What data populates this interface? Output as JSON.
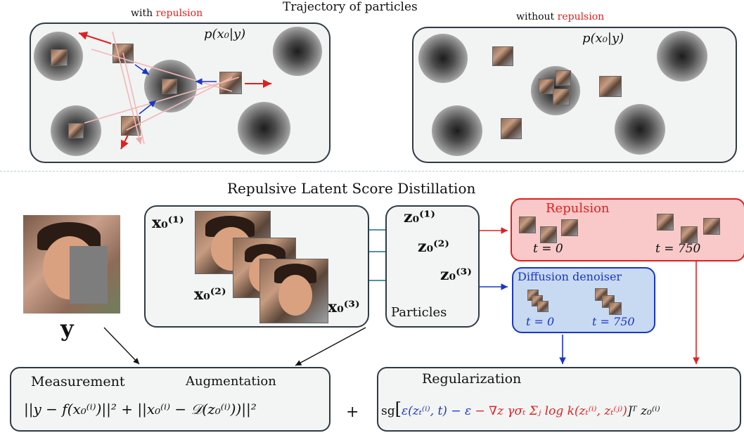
{
  "top": {
    "title": "Trajectory of particles",
    "left_caption_prefix": "with ",
    "left_caption_highlight": "repulsion",
    "right_caption_prefix": "without ",
    "right_caption_highlight": "repulsion",
    "density_label": "p(x₀|y)"
  },
  "bottom": {
    "title": "Repulsive Latent Score Distillation",
    "y_label": "y",
    "x01": "x₀⁽¹⁾",
    "x02": "x₀⁽²⁾",
    "x03": "x₀⁽³⁾",
    "z01": "z₀⁽¹⁾",
    "z02": "z₀⁽²⁾",
    "z03": "z₀⁽³⁾",
    "particles_label": "Particles",
    "repulsion": {
      "title": "Repulsion",
      "t0": "t = 0",
      "t750": "t = 750"
    },
    "denoiser": {
      "title": "Diffusion denoiser",
      "t0": "t = 0",
      "t750": "t = 750"
    },
    "measurement_label": "Measurement",
    "augmentation_label": "Augmentation",
    "formula_left": "||y − f(x₀⁽ⁱ⁾)||² + ||x₀⁽ⁱ⁾ − 𝒟(z₀⁽ⁱ⁾))||²",
    "plus": "+",
    "regularization_label": "Regularization",
    "reg_sg": "sg",
    "reg_blue": "ε(zₜ⁽ⁱ⁾, t) − ε",
    "reg_red": " − ∇z γσₜ Σⱼ log k(zₜ⁽ⁱ⁾, zₜ⁽ʲ⁾)",
    "reg_tail": "]ᵀ z₀⁽ⁱ⁾"
  },
  "colors": {
    "repulsion_red": "#e02020",
    "attraction_blue": "#1a36c8",
    "link_teal": "#1e6a86",
    "panel_border": "#2f3b45"
  }
}
